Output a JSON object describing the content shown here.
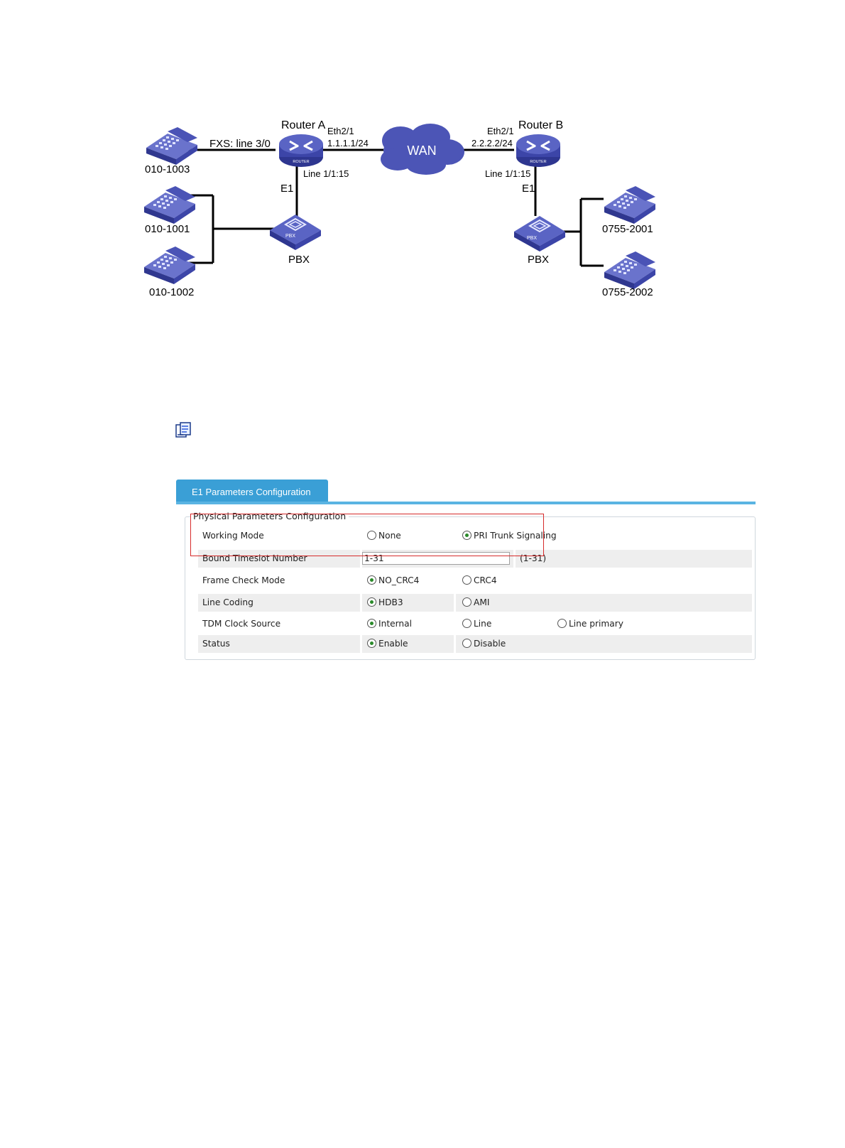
{
  "diagram": {
    "router_a": "Router A",
    "router_b": "Router B",
    "wan": "WAN",
    "fxs": "FXS: line 3/0",
    "eth_a": "Eth2/1",
    "ip_a": "1.1.1.1/24",
    "eth_b": "Eth2/1",
    "ip_b": "2.2.2.2/24",
    "line_a": "Line 1/1:15",
    "line_b": "Line 1/1:15",
    "e1_a": "E1",
    "e1_b": "E1",
    "pbx_a": "PBX",
    "pbx_b": "PBX",
    "router_badge": "ROUTER",
    "pbx_badge": "PBX",
    "phones": {
      "p1003": "010-1003",
      "p1001": "010-1001",
      "p1002": "010-1002",
      "p2001": "0755-2001",
      "p2002": "0755-2002"
    }
  },
  "icons": {
    "note": "note-icon"
  },
  "panel": {
    "tab": "E1 Parameters Configuration",
    "legend": "Physical Parameters Configuration",
    "rows": [
      {
        "label": "Working Mode",
        "opt1": "None",
        "opt2": "PRI Trunk Signaling"
      },
      {
        "label": "Bound Timeslot Number",
        "value": "1-31",
        "range": "(1-31)"
      },
      {
        "label": "Frame Check Mode",
        "opt1": "NO_CRC4",
        "opt2": "CRC4"
      },
      {
        "label": "Line Coding",
        "opt1": "HDB3",
        "opt2": "AMI"
      },
      {
        "label": "TDM Clock Source",
        "opt1": "Internal",
        "opt2": "Line",
        "opt3": "Line primary"
      },
      {
        "label": "Status",
        "opt1": "Enable",
        "opt2": "Disable"
      }
    ]
  },
  "colors": {
    "device": "#3c45a8",
    "tab": "#3a9fd6",
    "highlight": "#d62b2b",
    "radio_dot": "#2a8a2a"
  }
}
